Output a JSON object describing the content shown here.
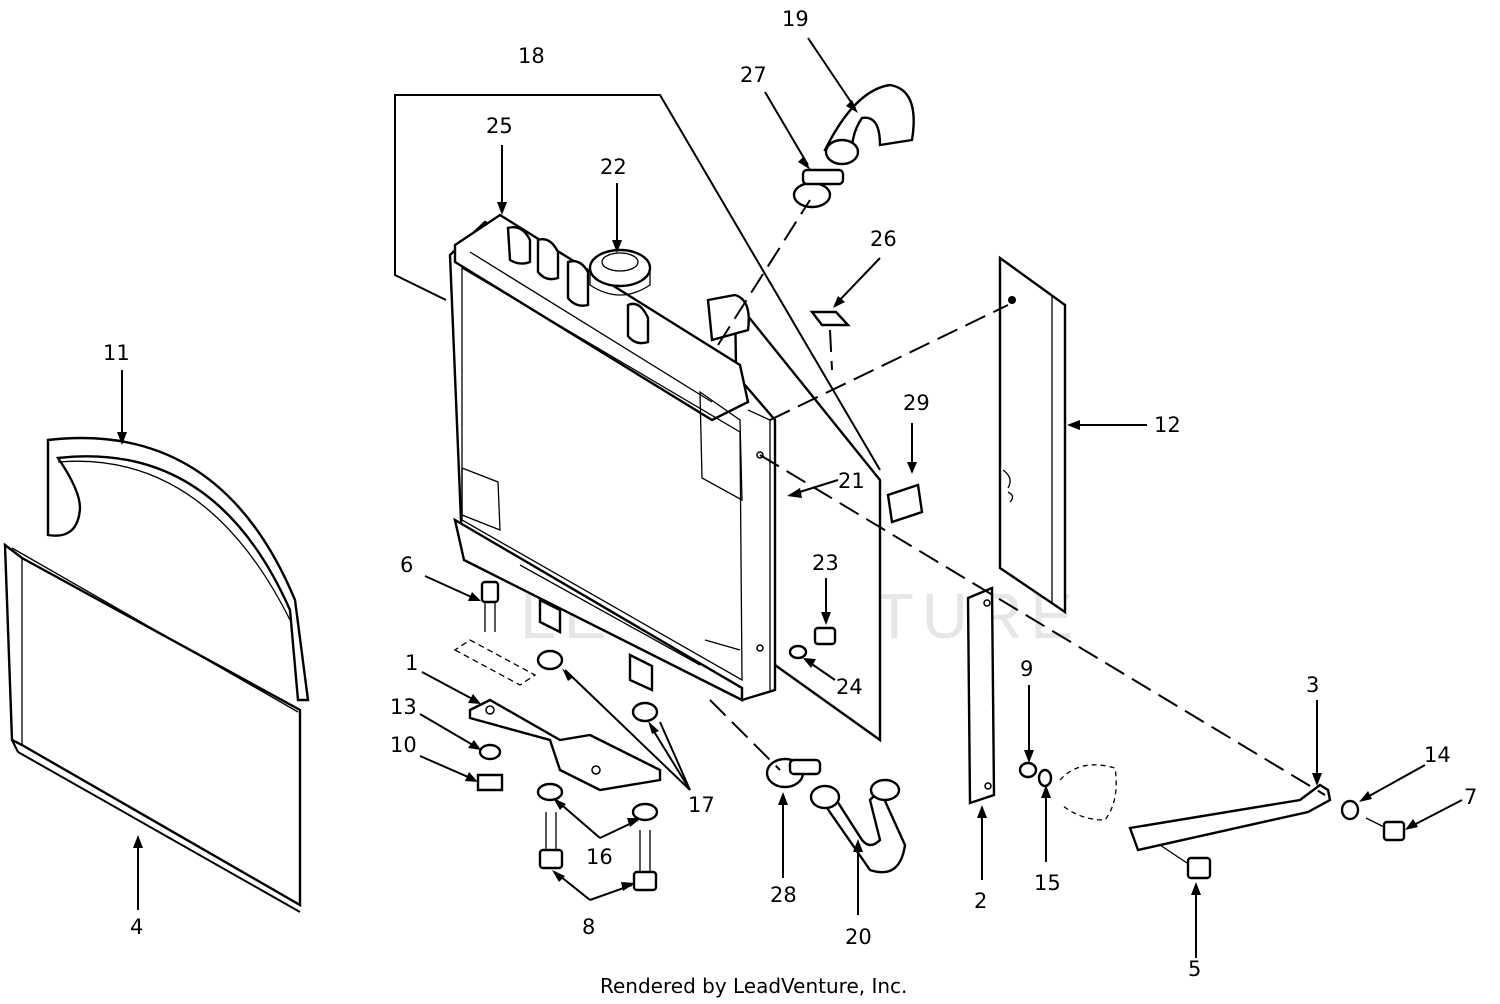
{
  "callouts": {
    "c1": "1",
    "c2": "2",
    "c3": "3",
    "c4": "4",
    "c5": "5",
    "c6": "6",
    "c7": "7",
    "c8": "8",
    "c9": "9",
    "c10": "10",
    "c11": "11",
    "c12": "12",
    "c13": "13",
    "c14": "14",
    "c15": "15",
    "c16": "16",
    "c17": "17",
    "c18": "18",
    "c19": "19",
    "c20": "20",
    "c21": "21",
    "c22": "22",
    "c23": "23",
    "c24": "24",
    "c25": "25",
    "c26": "26",
    "c27": "27",
    "c28": "28",
    "c29": "29"
  },
  "watermark": "LEADVENTURE",
  "footer": "Rendered by LeadVenture, Inc."
}
